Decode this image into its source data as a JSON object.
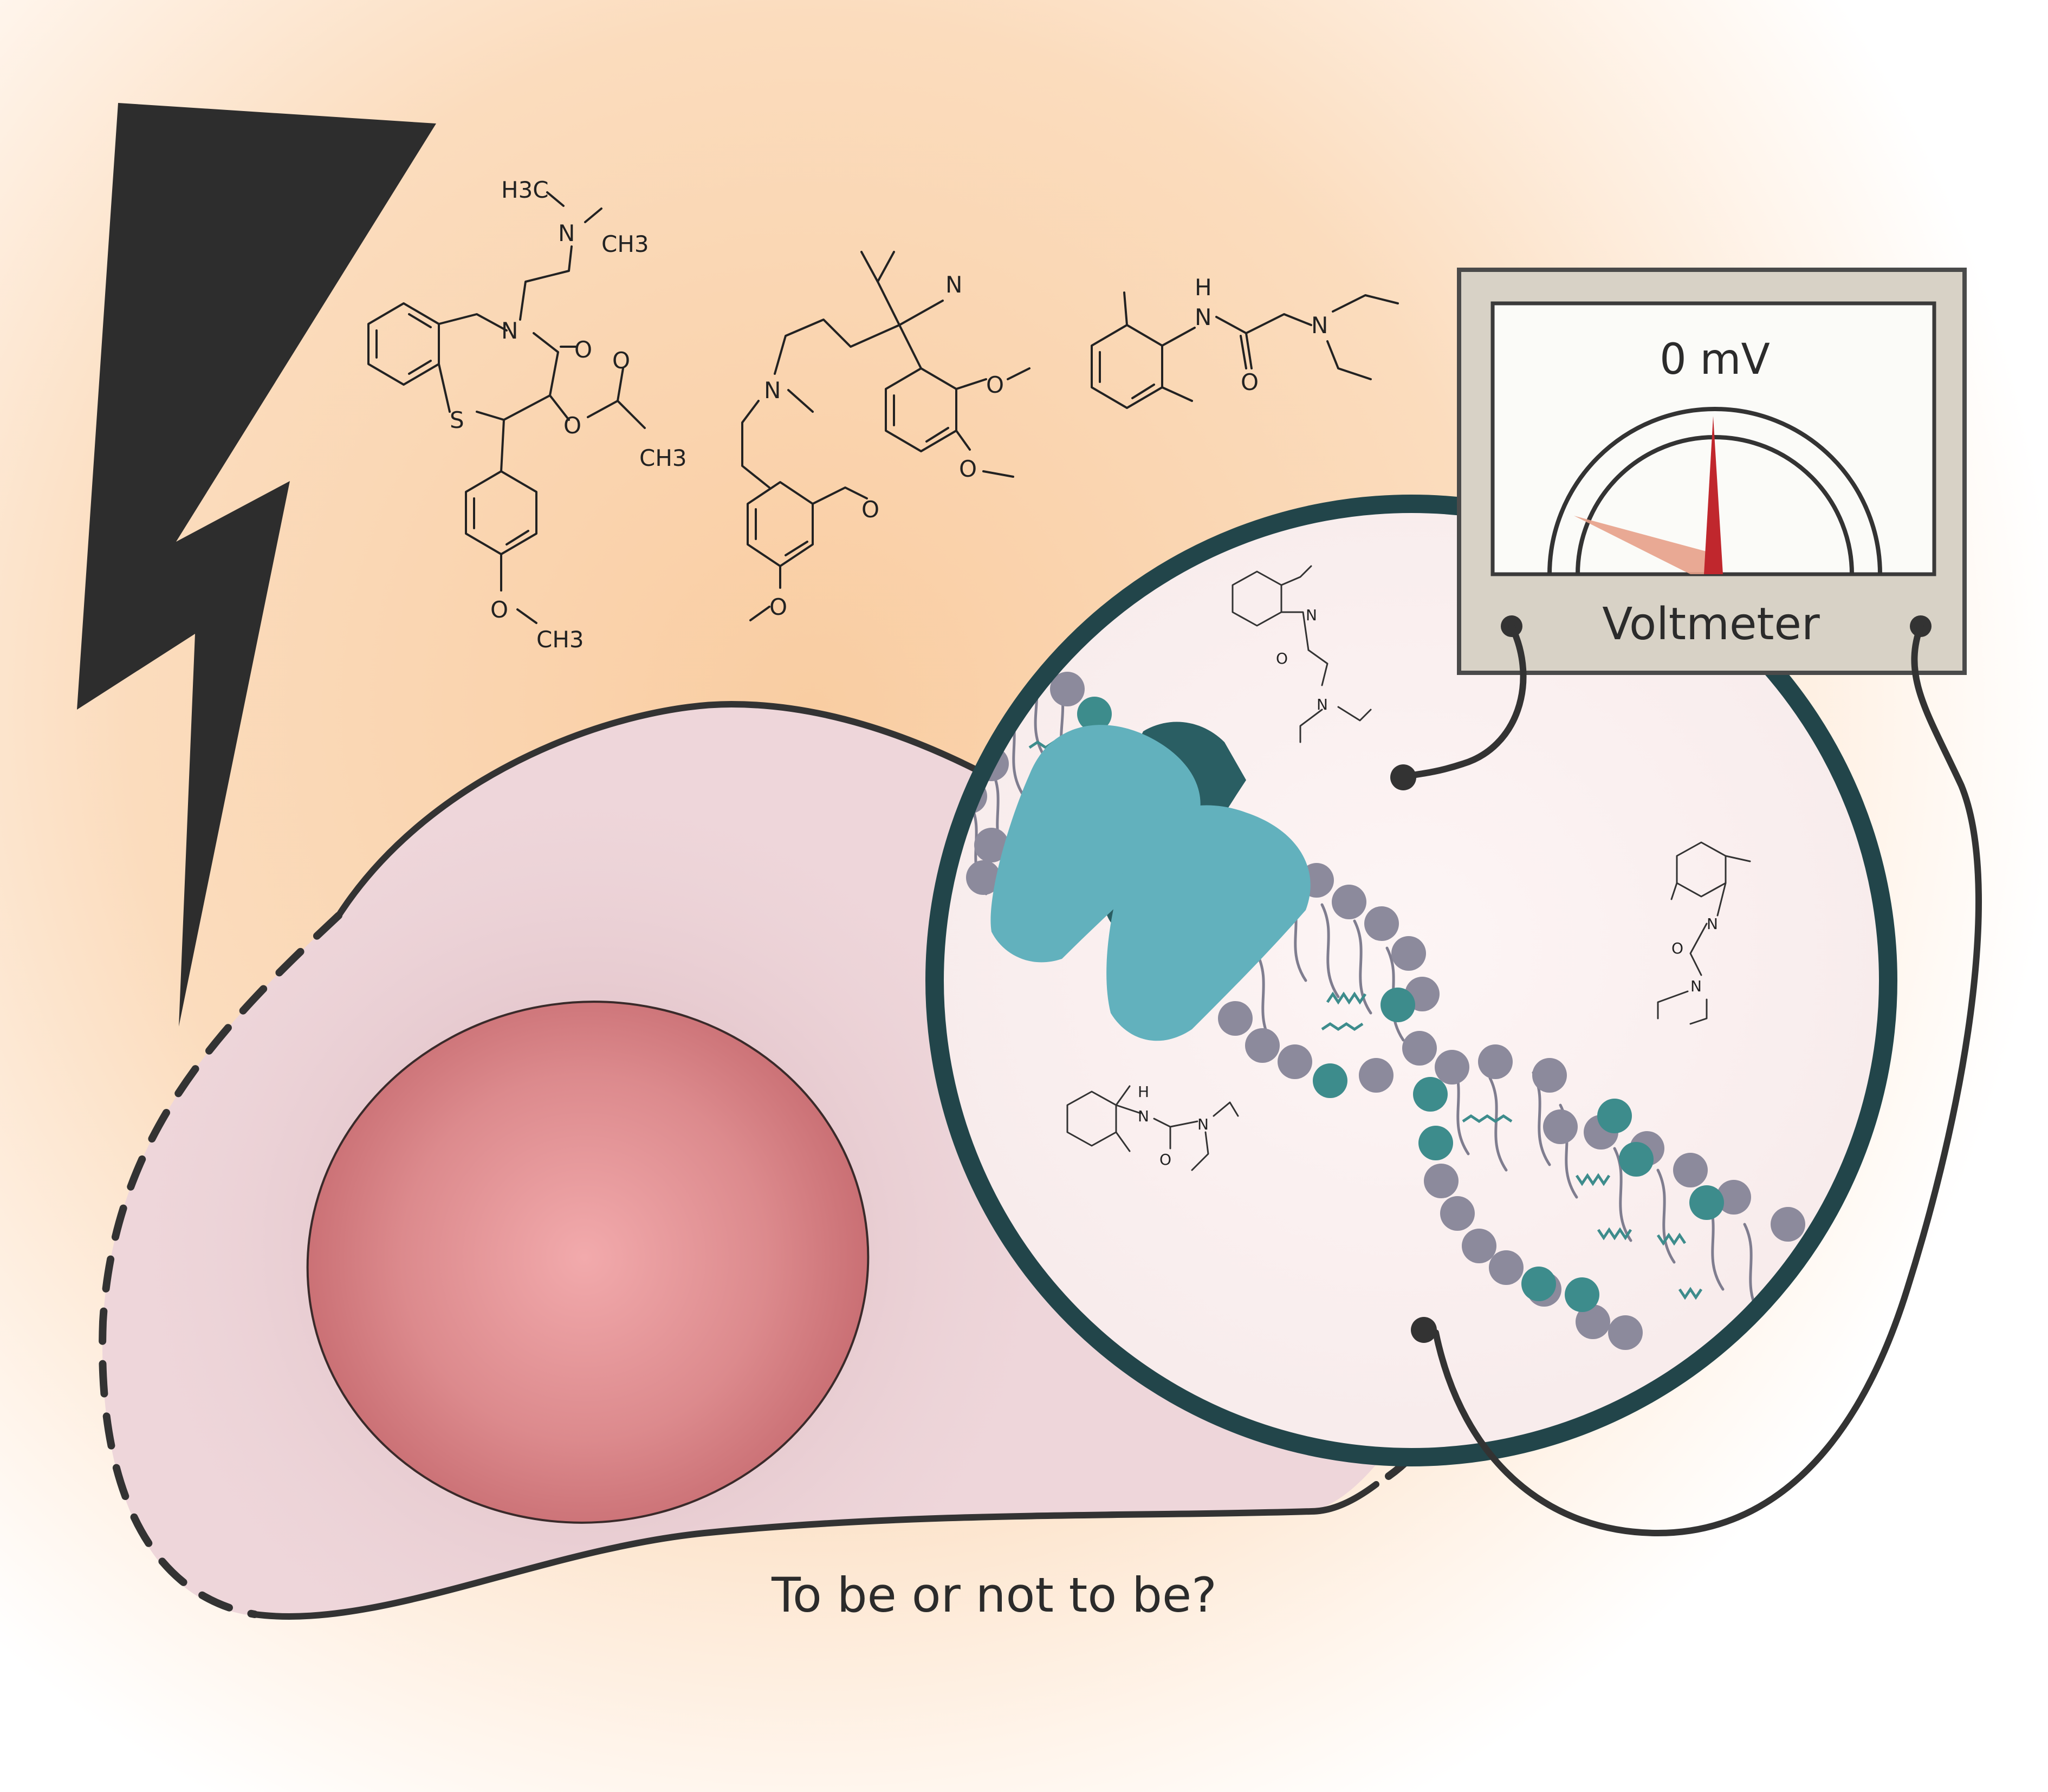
{
  "colors": {
    "background_glow": "#f9cda2",
    "cell_fill": "#eed6da",
    "nucleus_center": "#f0a8aa",
    "nucleus_edge": "#c96c70",
    "outline": "#333333",
    "zoom_ring": "#22454a",
    "channel": "#62b1bd",
    "channel_dark": "#2a5e63",
    "head_grey": "#8c8a9c",
    "head_teal": "#3d8c8c",
    "needle": "#c0272d",
    "needle_shadow": "#e7a088",
    "meter_case": "#d8d2c6"
  },
  "icons": [
    "lightning-bolt-icon",
    "voltmeter-icon",
    "electrode-probe-icon",
    "ion-channel-icon"
  ],
  "voltmeter": {
    "reading": "0 mV",
    "label": "Voltmeter"
  },
  "molecules": {
    "diltiazem": {
      "atoms": [
        "H3C",
        "N",
        "CH3",
        "N",
        "O",
        "S",
        "O",
        "O",
        "CH3",
        "O",
        "CH3"
      ]
    },
    "verapamil": {
      "atoms": [
        "N",
        "N",
        "O",
        "O",
        "O",
        "O"
      ]
    },
    "lidocaine": {
      "atoms": [
        "H",
        "N",
        "O",
        "N"
      ]
    }
  },
  "caption": "To be or not to be?"
}
